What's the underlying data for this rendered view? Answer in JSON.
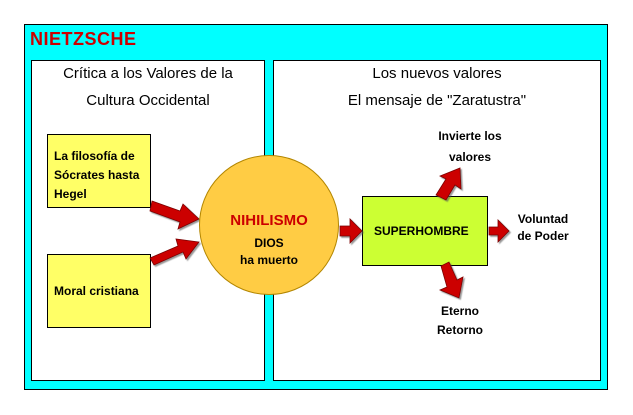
{
  "title": "NIETZSCHE",
  "left_panel": {
    "heading_line1": "Crítica a los Valores de la",
    "heading_line2": "Cultura Occidental",
    "box1_line1": "La filosofía de",
    "box1_line2": "Sócrates hasta",
    "box1_line3": "Hegel",
    "box2": "Moral cristiana"
  },
  "center": {
    "title": "NIHILISMO",
    "line1": "DIOS",
    "line2": "ha muerto"
  },
  "right_panel": {
    "heading_line1": "Los nuevos valores",
    "heading_line2": "El mensaje de \"Zaratustra\"",
    "superhombre": "SUPERHOMBRE",
    "invert_line1": "Invierte los",
    "invert_line2": "valores",
    "voluntad_line1": "Voluntad",
    "voluntad_line2": "de Poder",
    "eterno_line1": "Eterno",
    "eterno_line2": "Retorno"
  },
  "colors": {
    "frame": "#00ffff",
    "title": "#cc0000",
    "boxes": "#ffff66",
    "superhombre": "#ccff33",
    "circle": "#ffcc44",
    "arrows": "#cc0000"
  }
}
